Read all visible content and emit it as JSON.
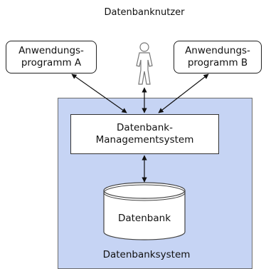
{
  "top_label": "Datenbanknutzer",
  "app_a": {
    "line1": "Anwendungs-",
    "line2": "programm A"
  },
  "app_b": {
    "line1": "Anwendungs-",
    "line2": "programm B"
  },
  "dbms": {
    "line1": "Datenbank-",
    "line2": "Managementsystem"
  },
  "database": {
    "label": "Datenbank"
  },
  "system": {
    "label": "Datenbanksystem"
  },
  "icons": {
    "user": "person-outline-icon"
  },
  "colors": {
    "system_fill": "#c6d4f4",
    "outline": "#222222"
  }
}
